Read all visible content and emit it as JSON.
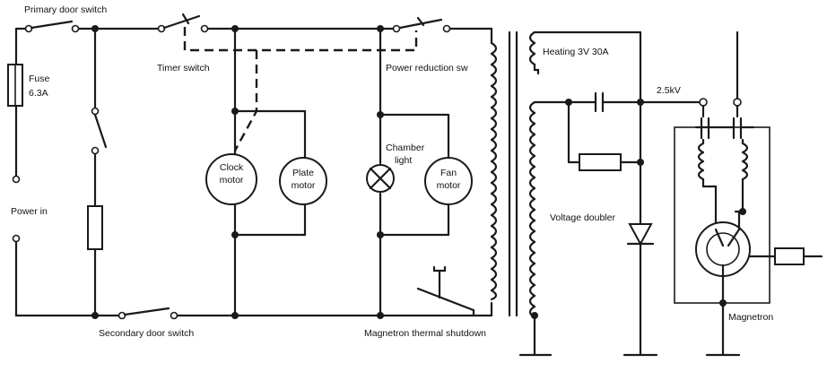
{
  "labels": {
    "primary_door_switch": "Primary door switch",
    "fuse": "Fuse",
    "fuse_rating": "6.3A",
    "timer_switch": "Timer switch",
    "power_reduction": "Power reduction sw",
    "heating": "Heating 3V 30A",
    "voltage_2_5kv": "2.5kV",
    "power_in": "Power in",
    "clock_motor_1": "Clock",
    "clock_motor_2": "motor",
    "plate_motor_1": "Plate",
    "plate_motor_2": "motor",
    "chamber_light_1": "Chamber",
    "chamber_light_2": "light",
    "fan_motor_1": "Fan",
    "fan_motor_2": "motor",
    "voltage_doubler": "Voltage doubler",
    "secondary_door_switch": "Secondary door switch",
    "thermal_shutdown": "Magnetron  thermal shutdown",
    "magnetron": "Magnetron"
  }
}
